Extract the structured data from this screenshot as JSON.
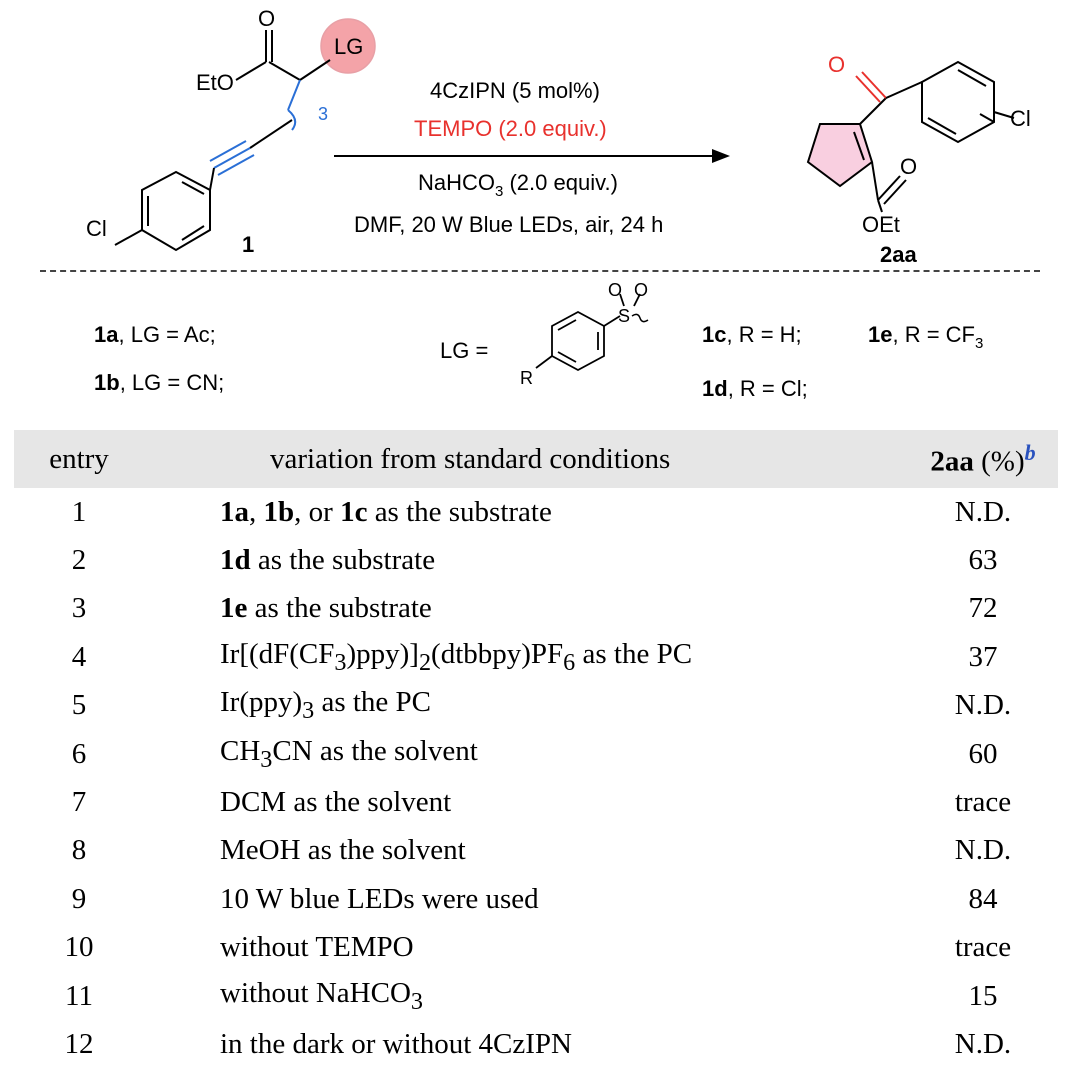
{
  "scheme": {
    "substrate_label": "1",
    "product_label": "2aa",
    "atoms": {
      "o": "O",
      "eto": "EtO",
      "lg": "LG",
      "cl": "Cl",
      "oet": "OEt",
      "sub3": "3"
    },
    "conditions": {
      "line1": "4CzIPN (5 mol%)",
      "line2": "TEMPO (2.0 equiv.)",
      "line3_pre": "NaHCO",
      "line3_sub": "3",
      "line3_post": " (2.0 equiv.)",
      "line4": "DMF, 20 W Blue LEDs, air, 24 h"
    },
    "colors": {
      "highlight_red": "#e8312d",
      "highlight_blue": "#2a6fd6",
      "lg_circle": "#f4a3a8",
      "ring_pink": "#f9cfe0"
    }
  },
  "legend": {
    "a_label": "1a",
    "a_text": ", LG = Ac;",
    "b_label": "1b",
    "b_text": ", LG = CN;",
    "lg_eq": "LG =",
    "r": "R",
    "s": "S",
    "c_label": "1c",
    "c_text": ", R = H;",
    "d_label": "1d",
    "d_text": ", R = Cl;",
    "e_label": "1e",
    "e_text_pre": ", R = CF",
    "e_text_sub": "3"
  },
  "table": {
    "headers": {
      "entry": "entry",
      "variation": "variation from standard conditions",
      "yield_label": "2aa",
      "yield_unit": "(%)",
      "yield_note": "b"
    },
    "rows": [
      {
        "entry": "1",
        "yield": "N.D."
      },
      {
        "entry": "2",
        "yield": "63"
      },
      {
        "entry": "3",
        "yield": "72"
      },
      {
        "entry": "4",
        "yield": "37"
      },
      {
        "entry": "5",
        "yield": "N.D."
      },
      {
        "entry": "6",
        "yield": "60"
      },
      {
        "entry": "7",
        "yield": "trace"
      },
      {
        "entry": "8",
        "yield": "N.D."
      },
      {
        "entry": "9",
        "yield": "84"
      },
      {
        "entry": "10",
        "yield": "trace"
      },
      {
        "entry": "11",
        "yield": "15"
      },
      {
        "entry": "12",
        "yield": "N.D."
      }
    ],
    "variations": {
      "r1": {
        "a": "1a",
        "s1": ", ",
        "b": "1b",
        "s2": ", or ",
        "c": "1c",
        "s3": " as the substrate"
      },
      "r2": {
        "a": "1d",
        "s1": " as the substrate"
      },
      "r3": {
        "a": "1e",
        "s1": " as the substrate"
      },
      "r4": {
        "p1": "Ir[(dF(CF",
        "sub1": "3",
        "p2": ")ppy)]",
        "sub2": "2",
        "p3": "(dtbbpy)PF",
        "sub3": "6",
        "p4": " as the PC"
      },
      "r5": {
        "p1": "Ir(ppy)",
        "sub1": "3",
        "p2": " as the PC"
      },
      "r6": {
        "p1": "CH",
        "sub1": "3",
        "p2": "CN as the solvent"
      },
      "r7": "DCM as the solvent",
      "r8": "MeOH as the solvent",
      "r9": "10 W blue LEDs were used",
      "r10": "without TEMPO",
      "r11": {
        "p1": "without NaHCO",
        "sub1": "3"
      },
      "r12": "in the dark or without 4CzIPN"
    }
  }
}
